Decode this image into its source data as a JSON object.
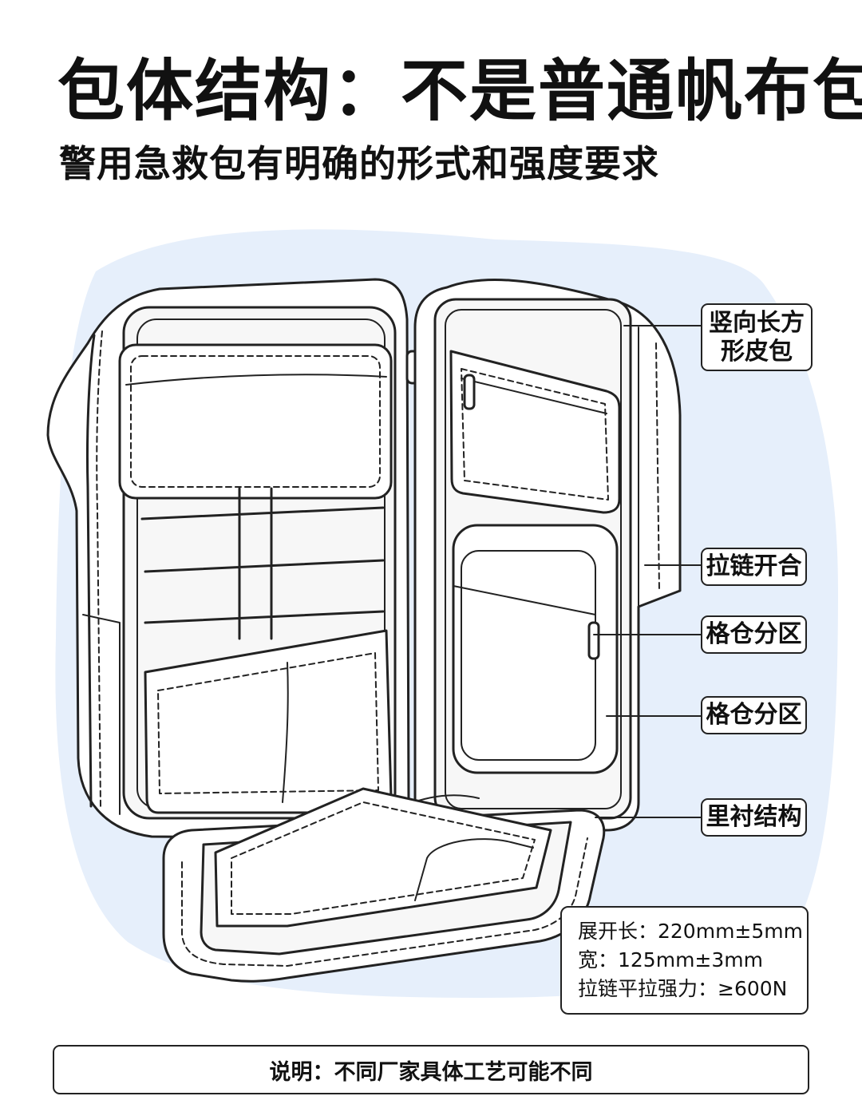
{
  "header": {
    "title": "包体结构：不是普通帆布包",
    "subtitle": "警用急救包有明确的形式和强度要求"
  },
  "callouts": [
    {
      "lines": [
        "竖向长方",
        "形皮包"
      ]
    },
    {
      "lines": [
        "拉链开合"
      ]
    },
    {
      "lines": [
        "格仓分区"
      ]
    },
    {
      "lines": [
        "格仓分区"
      ]
    },
    {
      "lines": [
        "里衬结构"
      ]
    }
  ],
  "specs": {
    "lines": [
      "展开长：220mm±5mm",
      "宽：125mm±3mm",
      "拉链平拉强力：≥600N"
    ]
  },
  "note": {
    "text": "说明：不同厂家具体工艺可能不同"
  },
  "colors": {
    "background_blob": "#e6effb",
    "line": "#222222",
    "panel": "#ffffff"
  }
}
